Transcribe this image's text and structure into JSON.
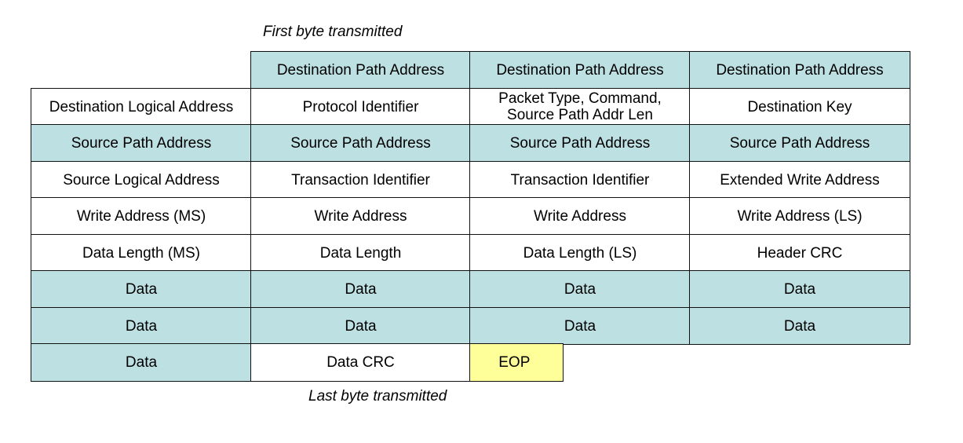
{
  "captions": {
    "first": "First byte transmitted",
    "last": "Last byte transmitted"
  },
  "colors": {
    "teal": "#bde0e3",
    "white": "#ffffff",
    "yellow": "#ffff99",
    "border": "#111111"
  },
  "rows": [
    [
      null,
      {
        "text": "Destination Path Address",
        "color": "teal"
      },
      {
        "text": "Destination Path Address",
        "color": "teal"
      },
      {
        "text": "Destination Path Address",
        "color": "teal"
      }
    ],
    [
      {
        "text": "Destination Logical Address",
        "color": "white"
      },
      {
        "text": "Protocol Identifier",
        "color": "white"
      },
      {
        "text": "Packet Type, Command,\nSource Path Addr Len",
        "color": "white"
      },
      {
        "text": "Destination Key",
        "color": "white"
      }
    ],
    [
      {
        "text": "Source Path Address",
        "color": "teal"
      },
      {
        "text": "Source Path Address",
        "color": "teal"
      },
      {
        "text": "Source Path Address",
        "color": "teal"
      },
      {
        "text": "Source Path Address",
        "color": "teal"
      }
    ],
    [
      {
        "text": "Source Logical Address",
        "color": "white"
      },
      {
        "text": "Transaction Identifier",
        "color": "white"
      },
      {
        "text": "Transaction Identifier",
        "color": "white"
      },
      {
        "text": "Extended Write Address",
        "color": "white"
      }
    ],
    [
      {
        "text": "Write Address (MS)",
        "color": "white"
      },
      {
        "text": "Write Address",
        "color": "white"
      },
      {
        "text": "Write Address",
        "color": "white"
      },
      {
        "text": "Write Address (LS)",
        "color": "white"
      }
    ],
    [
      {
        "text": "Data Length (MS)",
        "color": "white"
      },
      {
        "text": "Data Length",
        "color": "white"
      },
      {
        "text": "Data Length (LS)",
        "color": "white"
      },
      {
        "text": "Header CRC",
        "color": "white"
      }
    ],
    [
      {
        "text": "Data",
        "color": "teal"
      },
      {
        "text": "Data",
        "color": "teal"
      },
      {
        "text": "Data",
        "color": "teal"
      },
      {
        "text": "Data",
        "color": "teal"
      }
    ],
    [
      {
        "text": "Data",
        "color": "teal"
      },
      {
        "text": "Data",
        "color": "teal"
      },
      {
        "text": "Data",
        "color": "teal"
      },
      {
        "text": "Data",
        "color": "teal"
      }
    ],
    [
      {
        "text": "Data",
        "color": "teal"
      },
      {
        "text": "Data CRC",
        "color": "white"
      },
      {
        "text": "EOP",
        "color": "yellow",
        "narrow": true
      },
      null
    ]
  ]
}
